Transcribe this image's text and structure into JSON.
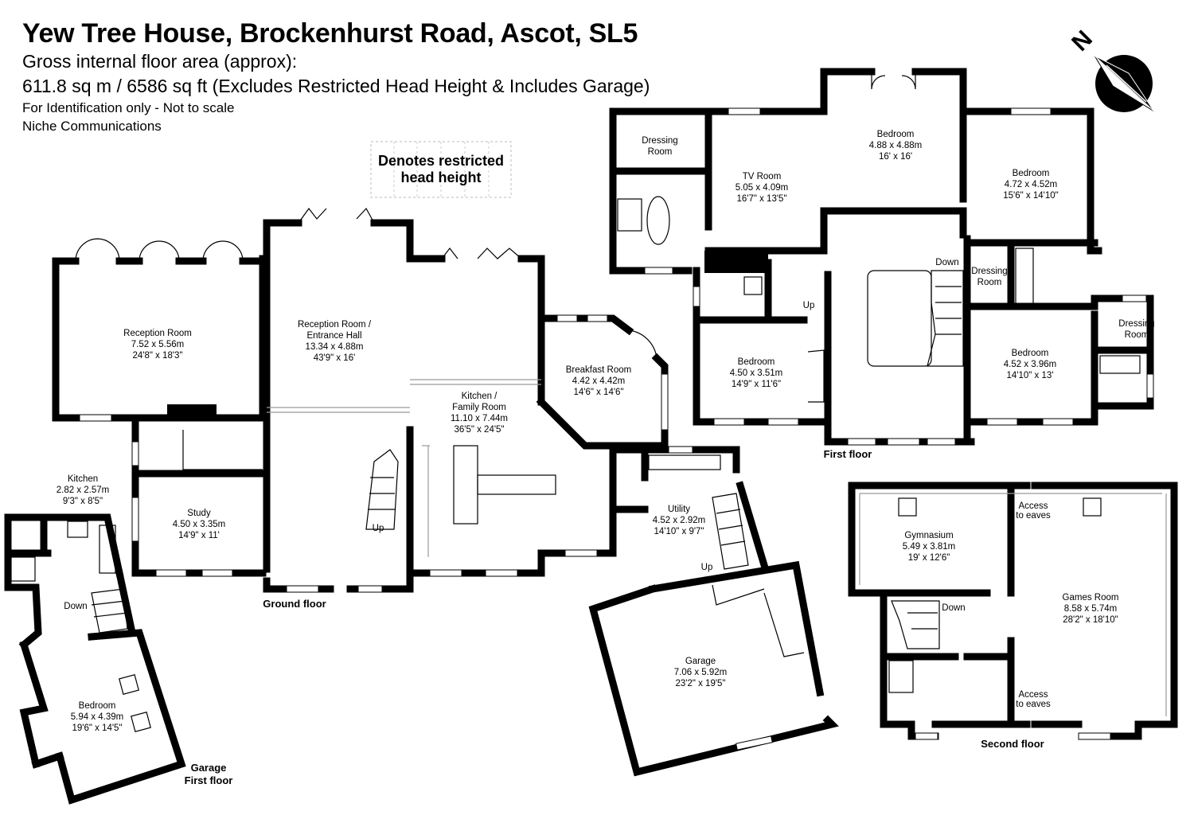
{
  "header": {
    "title": "Yew Tree House, Brockenhurst Road, Ascot, SL5",
    "area_label": "Gross internal floor area (approx):",
    "area_value": "611.8 sq m / 6586 sq ft (Excludes Restricted Head Height & Includes Garage)",
    "disclaimer": "For Identification only - Not to scale",
    "company": "Niche Communications"
  },
  "legend": {
    "line1": "Denotes restricted",
    "line2": "head height"
  },
  "compass": {
    "letter": "N"
  },
  "floors": {
    "ground": "Ground floor",
    "first": "First floor",
    "second": "Second floor",
    "garage_first_1": "Garage",
    "garage_first_2": "First floor"
  },
  "rooms": {
    "reception1": {
      "name": "Reception Room",
      "m": "7.52 x 5.56m",
      "ft": "24'8\" x 18'3\""
    },
    "reception2": {
      "name": "Reception Room /",
      "name2": "Entrance Hall",
      "m": "13.34 x 4.88m",
      "ft": "43'9\" x 16'"
    },
    "kitchen_family": {
      "name": "Kitchen /",
      "name2": "Family Room",
      "m": "11.10 x 7.44m",
      "ft": "36'5\" x 24'5\""
    },
    "breakfast": {
      "name": "Breakfast Room",
      "m": "4.42 x 4.42m",
      "ft": "14'6\" x 14'6\""
    },
    "study": {
      "name": "Study",
      "m": "4.50 x 3.35m",
      "ft": "14'9\" x 11'"
    },
    "utility": {
      "name": "Utility",
      "m": "4.52 x 2.92m",
      "ft": "14'10\" x 9'7\""
    },
    "garage": {
      "name": "Garage",
      "m": "7.06 x 5.92m",
      "ft": "23'2\" x 19'5\""
    },
    "annex_kitchen": {
      "name": "Kitchen",
      "m": "2.82 x 2.57m",
      "ft": "9'3\" x 8'5\""
    },
    "annex_bedroom": {
      "name": "Bedroom",
      "m": "5.94 x 4.39m",
      "ft": "19'6\" x 14'5\""
    },
    "dressing1": {
      "name": "Dressing",
      "name2": "Room"
    },
    "tv_room": {
      "name": "TV Room",
      "m": "5.05 x 4.09m",
      "ft": "16'7\" x 13'5\""
    },
    "bedroom_top": {
      "name": "Bedroom",
      "m": "4.88 x 4.88m",
      "ft": "16' x 16'"
    },
    "bedroom_right": {
      "name": "Bedroom",
      "m": "4.72  x 4.52m",
      "ft": "15'6\" x 14'10\""
    },
    "dressing2": {
      "name": "Dressing",
      "name2": "Room"
    },
    "dressing3": {
      "name": "Dressing",
      "name2": "Room"
    },
    "bedroom_mid": {
      "name": "Bedroom",
      "m": "4.50 x 3.51m",
      "ft": "14'9\" x 11'6\""
    },
    "bedroom_lower_right": {
      "name": "Bedroom",
      "m": "4.52 x 3.96m",
      "ft": "14'10\" x 13'"
    },
    "gymnasium": {
      "name": "Gymnasium",
      "m": "5.49 x 3.81m",
      "ft": "19' x 12'6\""
    },
    "games": {
      "name": "Games Room",
      "m": "8.58 x 5.74m",
      "ft": "28'2\" x 18'10\""
    }
  },
  "labels": {
    "up": "Up",
    "down": "Down",
    "access1": "Access",
    "access2": "to eaves"
  }
}
